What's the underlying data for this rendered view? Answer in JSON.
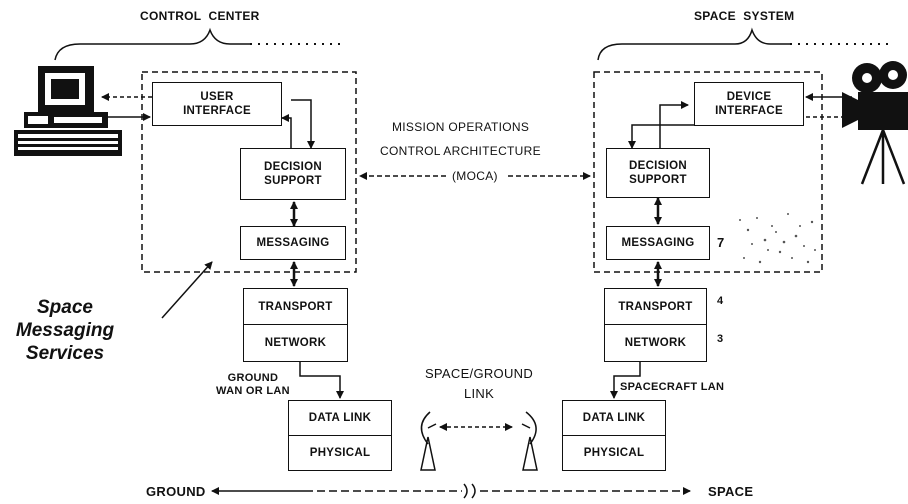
{
  "titles": {
    "control_center": "CONTROL  CENTER",
    "space_system": "SPACE  SYSTEM"
  },
  "control_center": {
    "user_interface": "USER\nINTERFACE",
    "decision_support": "DECISION\nSUPPORT",
    "messaging": "MESSAGING",
    "transport": "TRANSPORT",
    "network": "NETWORK",
    "data_link": "DATA LINK",
    "physical": "PHYSICAL"
  },
  "space_system": {
    "device_interface": "DEVICE\nINTERFACE",
    "decision_support": "DECISION\nSUPPORT",
    "messaging": "MESSAGING",
    "transport": "TRANSPORT",
    "network": "NETWORK",
    "data_link": "DATA LINK",
    "physical": "PHYSICAL"
  },
  "layer_numbers": {
    "messaging": "7",
    "transport": "4",
    "network": "3"
  },
  "moca": {
    "line1": "MISSION OPERATIONS",
    "line2": "CONTROL ARCHITECTURE",
    "line3": "(MOCA)"
  },
  "space_messaging_services": "Space\nMessaging\nServices",
  "ground_lan": "GROUND\nWAN OR LAN",
  "spacecraft_lan": "SPACECRAFT LAN",
  "space_ground_link": "SPACE/GROUND\nLINK",
  "axis": {
    "ground": "GROUND",
    "space": "SPACE"
  },
  "icons": {
    "computer": "computer-workstation-icon",
    "camera": "movie-camera-icon",
    "antenna": "antenna-dish-icon"
  }
}
